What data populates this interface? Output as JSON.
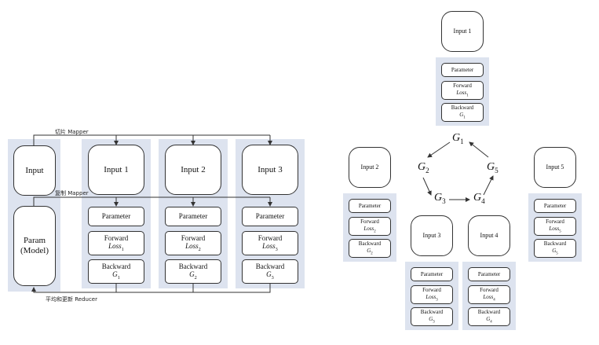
{
  "left": {
    "mapper_split_label": "切片 Mapper",
    "mapper_copy_label": "复制 Mapper",
    "reducer_label": "平均和更新 Reducer",
    "input_label": "Input",
    "param_label_line1": "Param",
    "param_label_line2": "(Model)",
    "workers": [
      {
        "input": "Input 1",
        "parameter": "Parameter",
        "forward": "Forward",
        "loss_base": "Loss",
        "loss_sub": "1",
        "backward": "Backward",
        "grad_base": "G",
        "grad_sub": "1"
      },
      {
        "input": "Input 2",
        "parameter": "Parameter",
        "forward": "Forward",
        "loss_base": "Loss",
        "loss_sub": "2",
        "backward": "Backward",
        "grad_base": "G",
        "grad_sub": "2"
      },
      {
        "input": "Input 3",
        "parameter": "Parameter",
        "forward": "Forward",
        "loss_base": "Loss",
        "loss_sub": "3",
        "backward": "Backward",
        "grad_base": "G",
        "grad_sub": "3"
      }
    ]
  },
  "right": {
    "workers": [
      {
        "input": "Input 1",
        "parameter": "Parameter",
        "forward": "Forward",
        "loss_base": "Loss",
        "loss_sub": "1",
        "backward": "Backward",
        "grad_base": "G",
        "grad_sub": "1"
      },
      {
        "input": "Input 2",
        "parameter": "Parameter",
        "forward": "Forward",
        "loss_base": "Loss",
        "loss_sub": "2",
        "backward": "Backward",
        "grad_base": "G",
        "grad_sub": "2"
      },
      {
        "input": "Input 3",
        "parameter": "Parameter",
        "forward": "Forward",
        "loss_base": "Loss",
        "loss_sub": "3",
        "backward": "Backward",
        "grad_base": "G",
        "grad_sub": "3"
      },
      {
        "input": "Input 4",
        "parameter": "Parameter",
        "forward": "Forward",
        "loss_base": "Loss",
        "loss_sub": "4",
        "backward": "Backward",
        "grad_base": "G",
        "grad_sub": "4"
      },
      {
        "input": "Input 5",
        "parameter": "Parameter",
        "forward": "Forward",
        "loss_base": "Loss",
        "loss_sub": "5",
        "backward": "Backward",
        "grad_base": "G",
        "grad_sub": "5"
      }
    ],
    "ring": [
      {
        "base": "G",
        "sub": "1"
      },
      {
        "base": "G",
        "sub": "2"
      },
      {
        "base": "G",
        "sub": "3"
      },
      {
        "base": "G",
        "sub": "4"
      },
      {
        "base": "G",
        "sub": "5"
      }
    ]
  },
  "colors": {
    "panel": "#dde3ef",
    "line": "#333333"
  }
}
